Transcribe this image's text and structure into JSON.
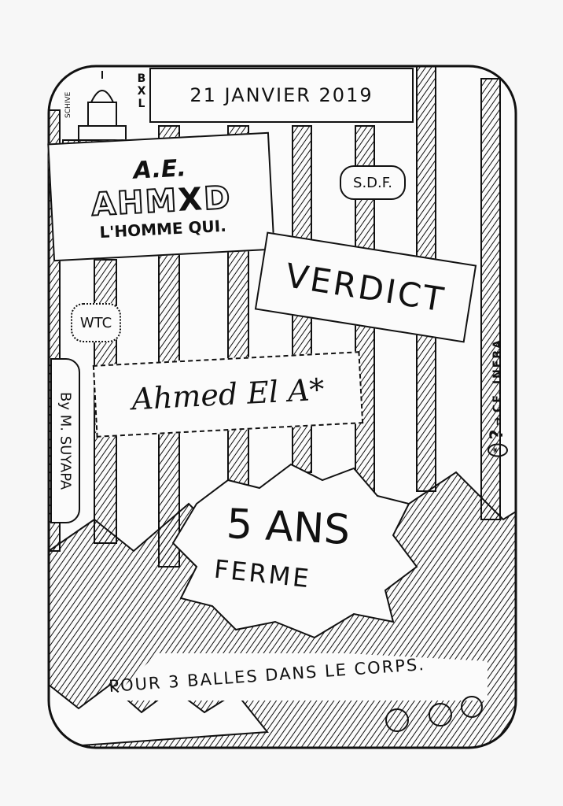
{
  "header": {
    "date": "21 JANVIER 2019",
    "city": "BXL",
    "building_caption": "SCHIVE"
  },
  "main_sign": {
    "initials": "A.E.",
    "name_prefix": "AHM",
    "name_crossed": "X",
    "name_suffix": "D",
    "subtitle": "L'HOMME QUI."
  },
  "tags": {
    "sdf": "S.D.F.",
    "wtc": "WTC"
  },
  "verdict": "VERDICT",
  "name_banner": "Ahmed El A*",
  "author": "By M. SUYAPA",
  "side_note": {
    "question": "?",
    "asterisk": "*",
    "arrow": "➜",
    "text": "CF. INFRA"
  },
  "sentence": {
    "line1": "5 ANS",
    "line2": "FERME"
  },
  "caption": "POUR 3 BALLES DANS LE CORPS.",
  "colors": {
    "ink": "#111111",
    "paper": "#f7f7f7"
  }
}
